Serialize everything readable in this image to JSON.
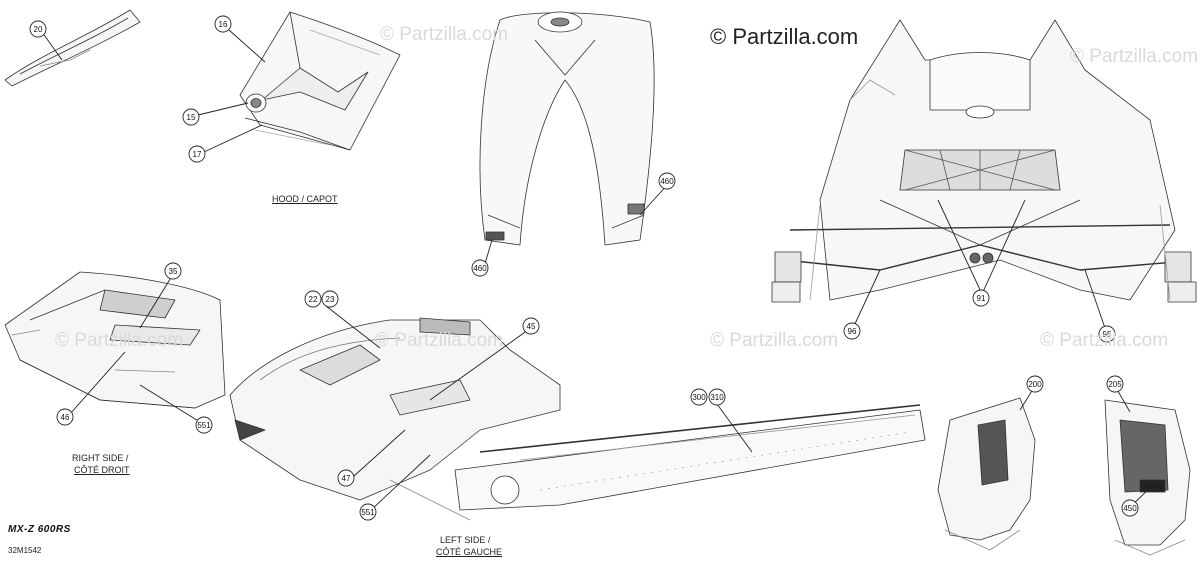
{
  "watermark": "© Partzilla.com",
  "model_label": "MX-Z 600RS",
  "drawing_number": "32M1542",
  "sections": {
    "hood": "HOOD / CAPOT",
    "right_side_line1": "RIGHT SIDE /",
    "right_side_line2": "CÔTÉ DROIT",
    "left_side_line1": "LEFT SIDE /",
    "left_side_line2": "CÔTÉ GAUCHE"
  },
  "callouts": [
    "20",
    "16",
    "15",
    "17",
    "460",
    "460",
    "35",
    "46",
    "551",
    "22",
    "23",
    "45",
    "47",
    "551",
    "300",
    "310",
    "91",
    "96",
    "95",
    "200",
    "205",
    "450"
  ]
}
